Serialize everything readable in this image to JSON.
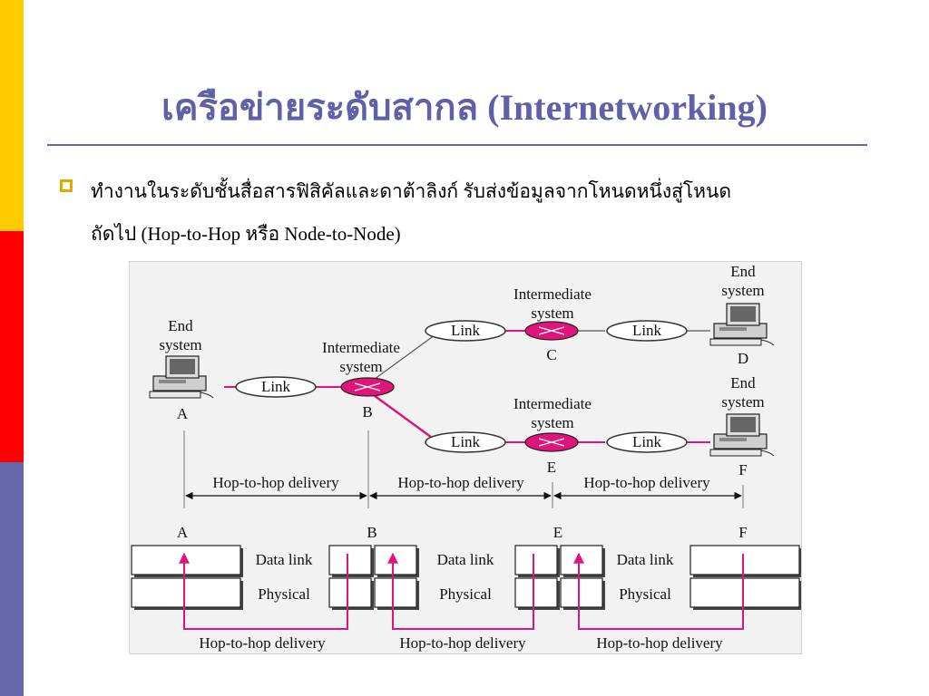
{
  "title": "เครือข่ายระดับสากล (Internetworking)",
  "bullet_text_line1": "ทำงานในระดับชั้นสื่อสารฟิสิคัลและดาต้าลิงก์ รับส่งข้อมูลจากโหนดหนึ่งสู่โหนด",
  "bullet_text_line2": "ถัดไป (Hop-to-Hop หรือ Node-to-Node)",
  "diagram": {
    "end_system_a": [
      "End",
      "system"
    ],
    "end_system_d": [
      "End",
      "system"
    ],
    "end_system_f": [
      "End",
      "system"
    ],
    "intermediate_b": [
      "Intermediate",
      "system"
    ],
    "intermediate_c": [
      "Intermediate",
      "system"
    ],
    "intermediate_e": [
      "Intermediate",
      "system"
    ],
    "node_a": "A",
    "node_b": "B",
    "node_c": "C",
    "node_d": "D",
    "node_e": "E",
    "node_f": "F",
    "link": "Link",
    "hop_delivery": "Hop-to-hop delivery",
    "layer_nodes": [
      "A",
      "B",
      "E",
      "F"
    ],
    "data_link": "Data link",
    "physical": "Physical"
  },
  "colors": {
    "stripe_yellow": "#FFCC00",
    "stripe_red": "#FF0000",
    "stripe_purple": "#6666AA",
    "title": "#6060A8",
    "accent_magenta": "#E0157A"
  }
}
